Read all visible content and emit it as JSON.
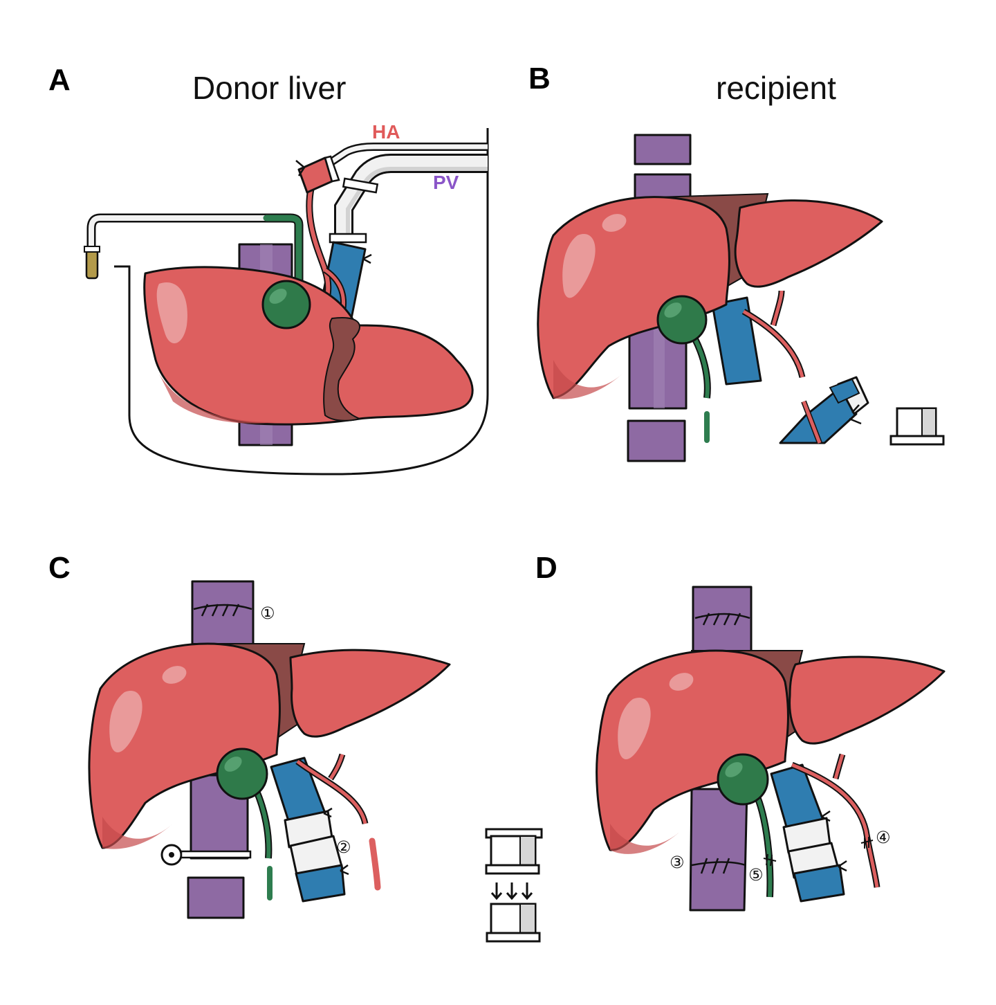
{
  "panels": {
    "a": {
      "letter": "A",
      "title": "Donor liver"
    },
    "b": {
      "letter": "B",
      "title": "recipient"
    },
    "c": {
      "letter": "C"
    },
    "d": {
      "letter": "D"
    }
  },
  "labels": {
    "ha": "HA",
    "pv": "PV"
  },
  "steps": [
    "①",
    "②",
    "③",
    "④",
    "⑤"
  ],
  "colors": {
    "liver": "#dd5f5f",
    "liver_shadow": "#c44a4b",
    "hilum": "#8a4a47",
    "ivc": "#8e6aa3",
    "portal_vein": "#2f7db0",
    "artery": "#dc5f5f",
    "bile_duct": "#2e7d4f",
    "gallbladder": "#2f7a4a",
    "cuff": "#e8e8e8",
    "ha_label": "#e05a5a",
    "pv_label": "#8a55c8"
  }
}
